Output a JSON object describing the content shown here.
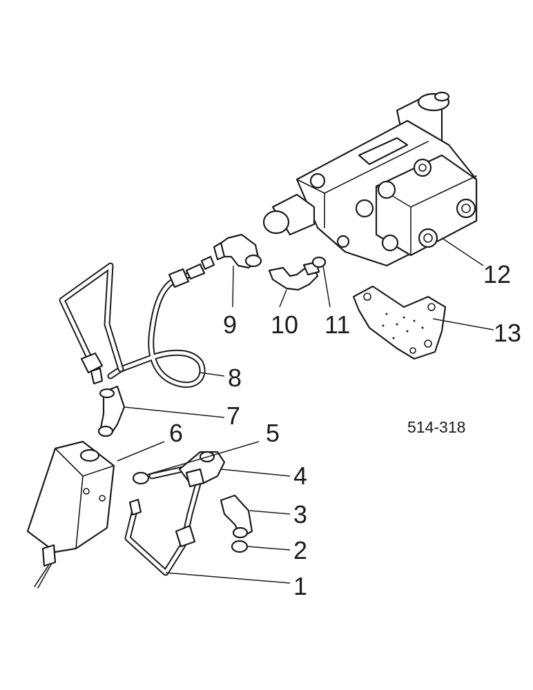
{
  "diagram": {
    "reference_code": "514-318",
    "callouts": [
      "1",
      "2",
      "3",
      "4",
      "5",
      "6",
      "7",
      "8",
      "9",
      "10",
      "11",
      "12",
      "13"
    ]
  }
}
